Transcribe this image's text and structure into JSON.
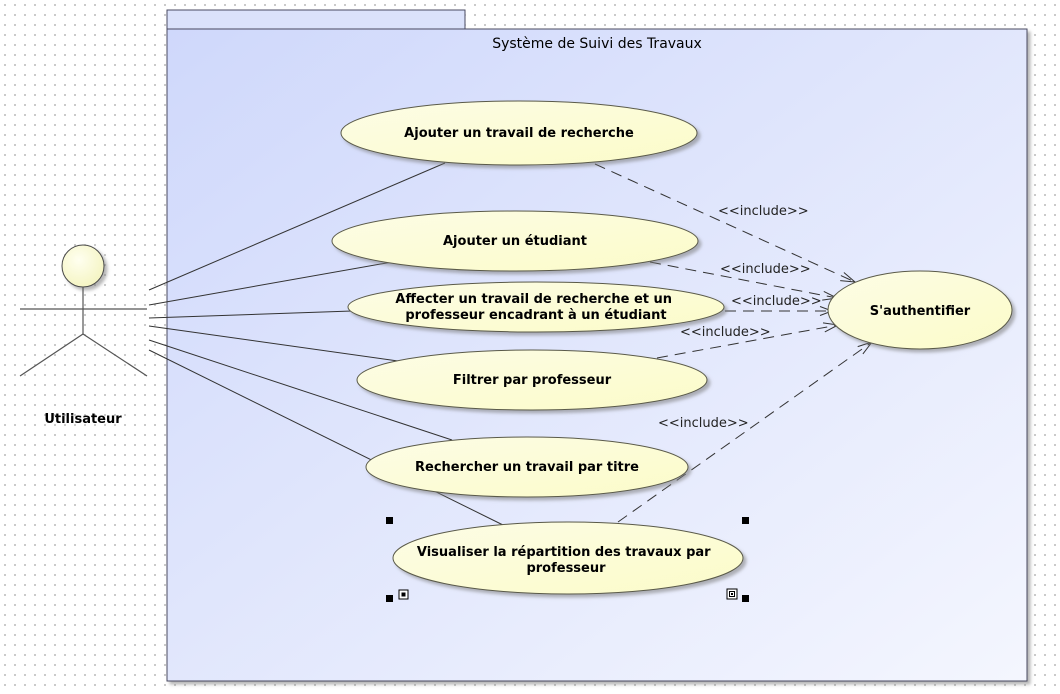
{
  "system": {
    "title": "Système de Suivi des Travaux"
  },
  "actor": {
    "name": "Utilisateur"
  },
  "use_cases": {
    "ajouter_travail": [
      "Ajouter un travail de recherche"
    ],
    "ajouter_etudiant": [
      "Ajouter un étudiant"
    ],
    "affecter": [
      "Affecter un travail de recherche et un",
      "professeur encadrant à un étudiant"
    ],
    "filtrer": [
      "Filtrer par professeur"
    ],
    "rechercher": [
      "Rechercher un travail par titre"
    ],
    "visualiser": [
      "Visualiser la répartition des travaux par",
      "professeur"
    ],
    "authentifier": [
      "S'authentifier"
    ]
  },
  "relations": {
    "include_label": "<<include>>"
  },
  "colors": {
    "use_case_fill": "#ffffd2",
    "use_case_stroke": "#5a5a4a",
    "boundary_fill": "#dce3fb",
    "boundary_stroke": "#4a4a60",
    "line": "#333333"
  }
}
